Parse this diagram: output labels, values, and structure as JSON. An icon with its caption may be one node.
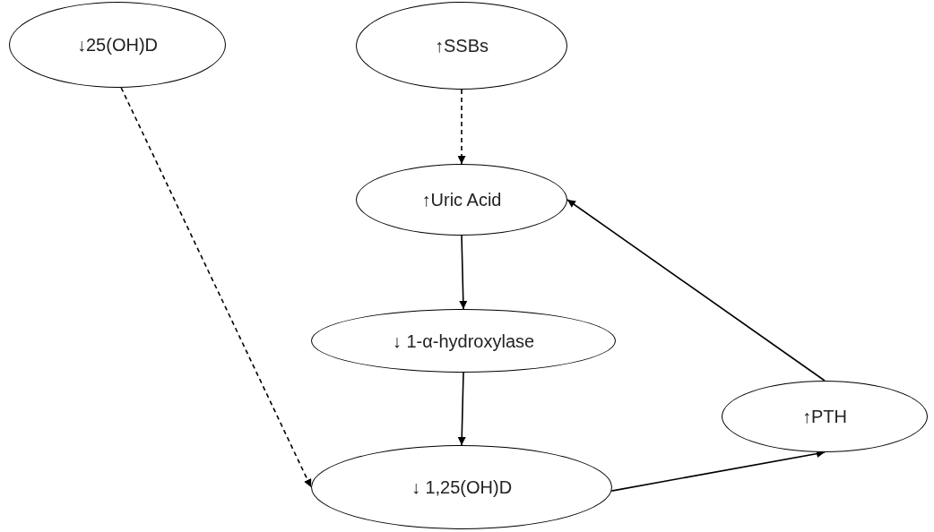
{
  "diagram": {
    "nodes": [
      {
        "text": [
          "↓25(OH)D"
        ]
      },
      {
        "text": [
          "↑SSBs"
        ]
      },
      {
        "text": [
          "↑Uric Acid"
        ]
      },
      {
        "text": [
          "↓ 1-α-hydroxylase"
        ]
      },
      {
        "text": [
          "↓ 1,25(OH)D"
        ]
      },
      {
        "text": [
          "↑PTH"
        ]
      }
    ],
    "edges": [
      {
        "from": 0,
        "to": 4,
        "arrow": "to",
        "style": "dashed"
      },
      {
        "from": 1,
        "to": 2,
        "arrow": "to",
        "style": "dashed"
      },
      {
        "from": 2,
        "to": 3,
        "arrow": "to"
      },
      {
        "from": 3,
        "to": 4,
        "arrow": "to"
      },
      {
        "from": 4,
        "to": 5,
        "arrow": "to"
      },
      {
        "from": 5,
        "to": 2,
        "arrow": "to"
      }
    ]
  }
}
